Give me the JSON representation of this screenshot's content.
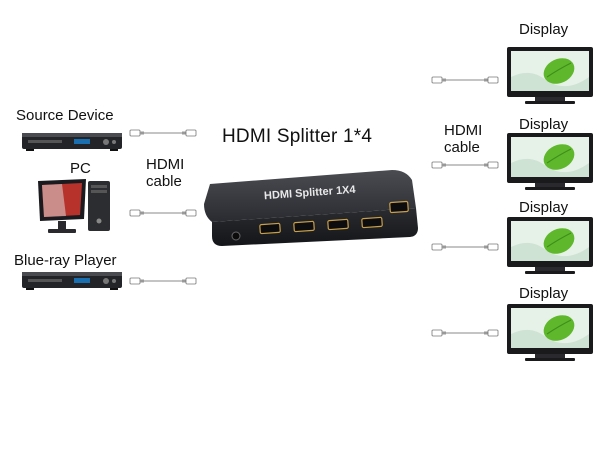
{
  "title": "HDMI Splitter 1*4",
  "splitter": {
    "face_text": "HDMI Splitter 1X4",
    "port_count": 4
  },
  "sources": [
    {
      "label": "Source Device",
      "icon": "dvd-player-icon"
    },
    {
      "label": "PC",
      "icon": "pc-icon"
    },
    {
      "label": "Blue-ray Player",
      "icon": "blu-ray-player-icon"
    }
  ],
  "input_cable_label": [
    "HDMI",
    "cable"
  ],
  "output_cable_label": [
    "HDMI",
    "cable"
  ],
  "displays": [
    {
      "label": "Display",
      "icon": "monitor-icon"
    },
    {
      "label": "Display",
      "icon": "monitor-icon"
    },
    {
      "label": "Display",
      "icon": "monitor-icon"
    },
    {
      "label": "Display",
      "icon": "monitor-icon"
    }
  ],
  "colors": {
    "screen_green": "#5fb82c",
    "screen_bg": "#e6f2e8",
    "device_body": "#2a2a2e",
    "port_gold": "#c9a04a"
  }
}
